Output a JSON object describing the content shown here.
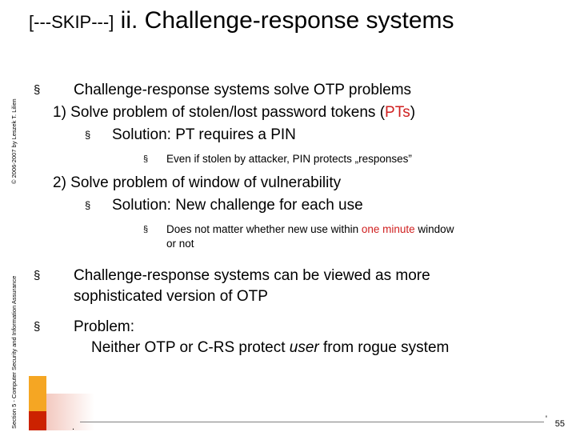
{
  "sidebar": {
    "copyright": "© 2006-2007 by Leszek T. Lilien",
    "section": "Section 5 - Computer Security and Information Assurance"
  },
  "title": {
    "skip": "[---SKIP---]",
    "main": "ii. Challenge-response systems"
  },
  "body": {
    "b1": {
      "bullet": "§",
      "text": "Challenge-response systems solve OTP problems"
    },
    "item1": {
      "lead": "1) Solve problem of stolen/lost password tokens (",
      "pts": "PTs",
      "tail": ")"
    },
    "item1_sub": {
      "bullet": "§",
      "text": "Solution: PT requires a PIN"
    },
    "item1_sub_sub": {
      "bullet": "§",
      "text": "Even if stolen by attacker, PIN protects „responses”"
    },
    "item2": {
      "lead": "2) Solve problem of window of vulnerability"
    },
    "item2_sub": {
      "bullet": "§",
      "text": "Solution: New challenge for each use"
    },
    "item2_sub_sub": {
      "bullet": "§",
      "pre": "Does not matter whether new use within ",
      "highlight": "one minute",
      "post": " window",
      "cont": "or not"
    },
    "b2": {
      "bullet": "§",
      "line1": "Challenge-response systems can be viewed as more",
      "line2": "sophisticated version of OTP"
    },
    "b3": {
      "bullet": "§",
      "line1": "Problem:",
      "line2_pre": "Neither OTP or C-RS protect ",
      "line2_em": "user",
      "line2_post": " from rogue system"
    }
  },
  "footer": {
    "page_number": "55",
    "tick": "'",
    "dot": "."
  },
  "colors": {
    "accent_red": "#d02020",
    "deco_orange": "#f5a623",
    "deco_red": "#cc2200"
  }
}
